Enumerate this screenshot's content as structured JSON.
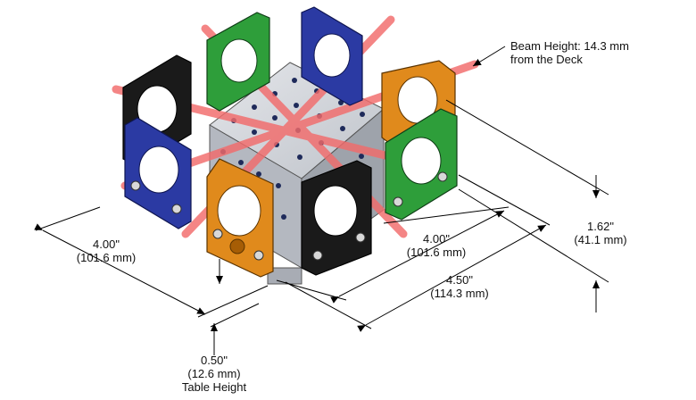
{
  "annotations": {
    "beam_height": {
      "line1": "Beam Height: 14.3 mm",
      "line2": "from the Deck"
    },
    "width_left": {
      "imperial": "4.00\"",
      "metric": "(101.6 mm)"
    },
    "width_right_inner": {
      "imperial": "4.00\"",
      "metric": "(101.6 mm)"
    },
    "width_right_outer": {
      "imperial": "4.50\"",
      "metric": "(114.3 mm)"
    },
    "height": {
      "imperial": "1.62\"",
      "metric": "(41.1 mm)"
    },
    "table_height": {
      "imperial": "0.50\"",
      "metric": "(12.6 mm)",
      "caption": "Table Height"
    }
  },
  "colors": {
    "beam": "#f26b6b",
    "plate_green": "#2e9e3a",
    "plate_blue": "#2b3aa3",
    "plate_orange": "#e08a1c",
    "plate_black": "#1a1a1a",
    "cube": "#c9ccd3",
    "dimension_line": "#000000"
  }
}
